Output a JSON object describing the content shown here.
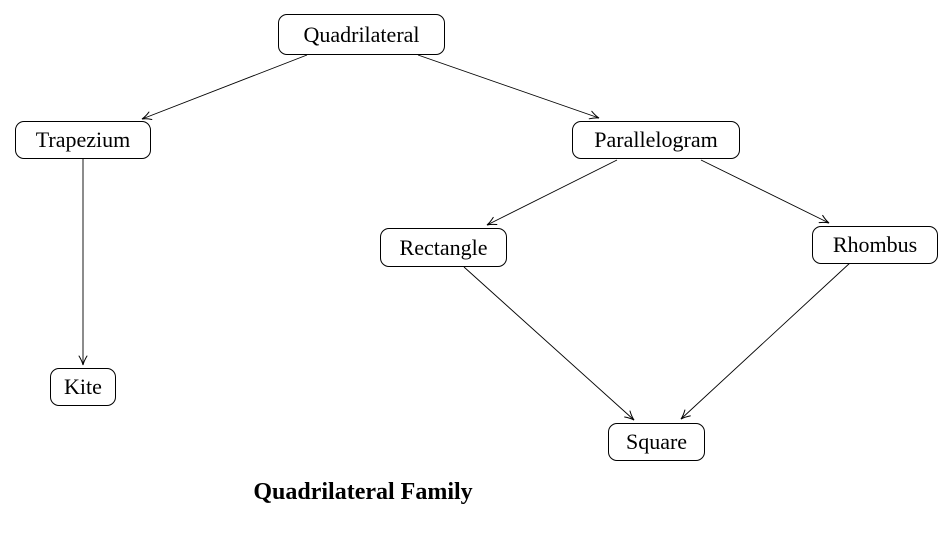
{
  "diagram": {
    "title": "Quadrilateral Family",
    "nodes": [
      {
        "id": "quadrilateral",
        "label": "Quadrilateral"
      },
      {
        "id": "trapezium",
        "label": "Trapezium"
      },
      {
        "id": "parallelogram",
        "label": "Parallelogram"
      },
      {
        "id": "rectangle",
        "label": "Rectangle"
      },
      {
        "id": "rhombus",
        "label": "Rhombus"
      },
      {
        "id": "kite",
        "label": "Kite"
      },
      {
        "id": "square",
        "label": "Square"
      }
    ],
    "edges": [
      {
        "from": "Quadrilateral",
        "to": "Trapezium"
      },
      {
        "from": "Quadrilateral",
        "to": "Parallelogram"
      },
      {
        "from": "Trapezium",
        "to": "Kite"
      },
      {
        "from": "Parallelogram",
        "to": "Rectangle"
      },
      {
        "from": "Parallelogram",
        "to": "Rhombus"
      },
      {
        "from": "Rectangle",
        "to": "Square"
      },
      {
        "from": "Rhombus",
        "to": "Square"
      }
    ],
    "colors": {
      "background": "#ffffff",
      "node_fill": "#ffffff",
      "node_border": "#000000",
      "text": "#000000",
      "arrow": "#000000"
    }
  }
}
